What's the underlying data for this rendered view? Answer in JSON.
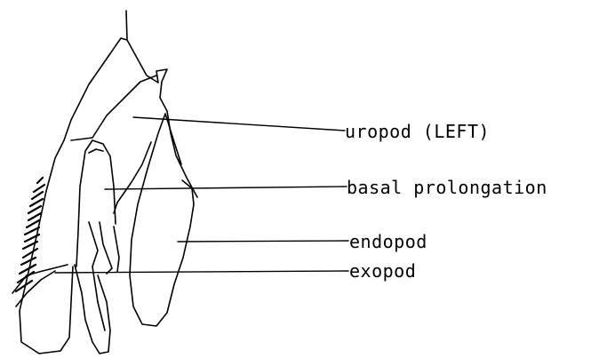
{
  "diagram": {
    "labels": {
      "uropod": "uropod (LEFT)",
      "basal_prolongation": "basal prolongation",
      "endopod": "endopod",
      "exopod": "exopod"
    },
    "ink_color": "#000000",
    "background_color": "#ffffff"
  }
}
